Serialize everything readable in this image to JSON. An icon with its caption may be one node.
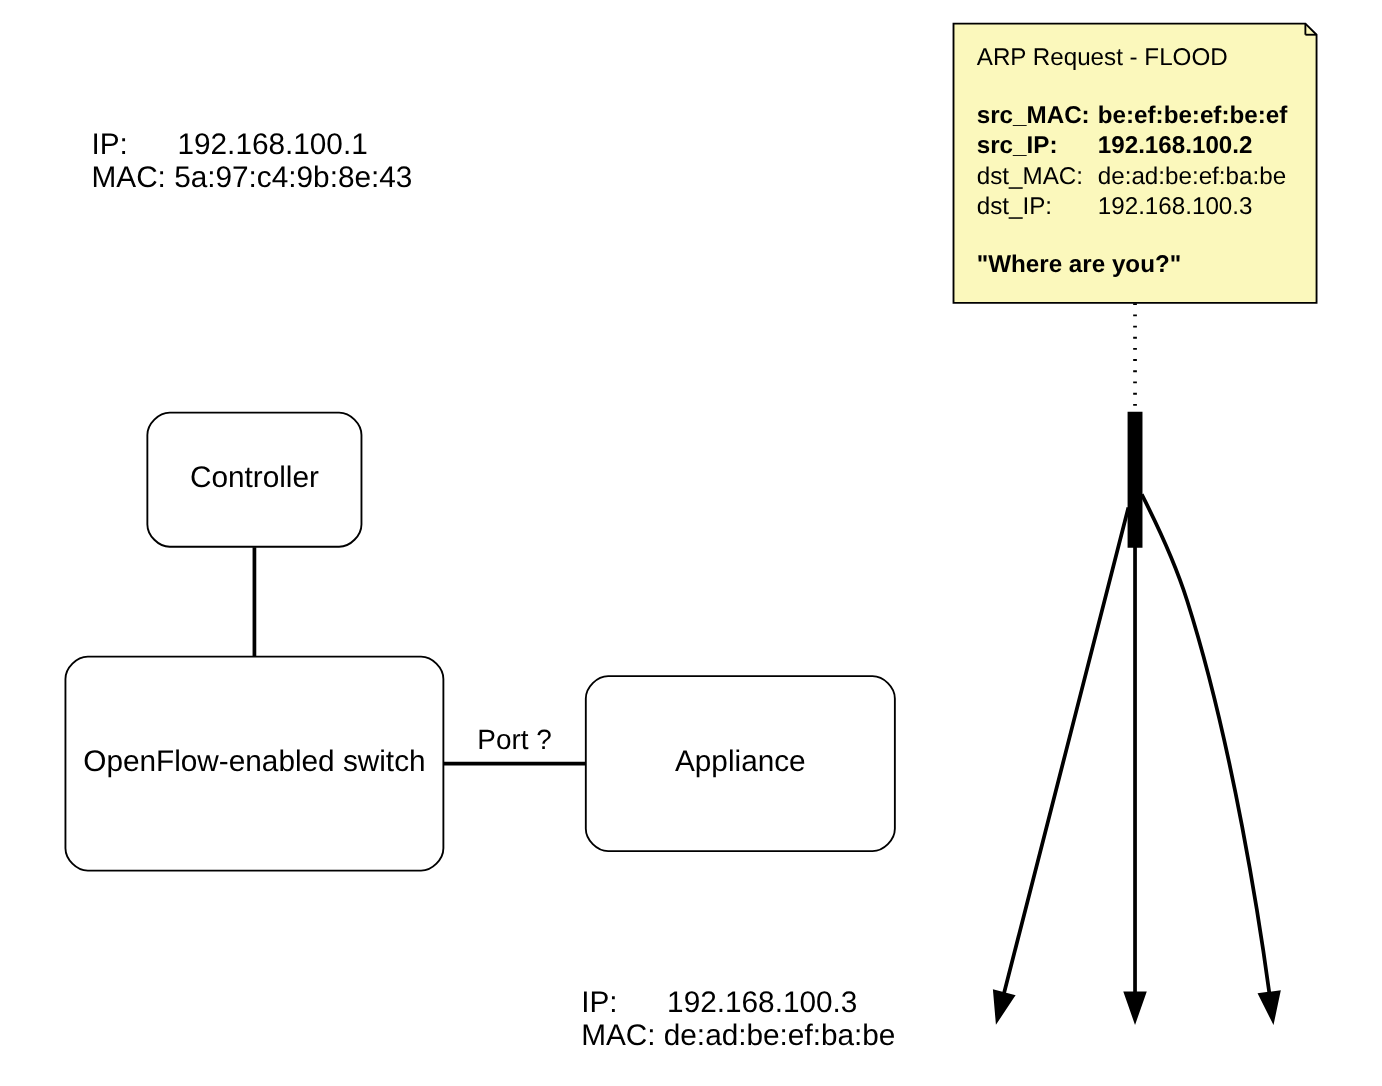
{
  "diagram": {
    "nodes": [
      {
        "text": [
          "Controller"
        ],
        "beside": [
          "IP:      192.168.100.1",
          "MAC: 5a:97:c4:9b:8e:43"
        ]
      },
      {
        "text": [
          "OpenFlow-enabled switch"
        ]
      },
      {
        "text": [
          "Appliance"
        ],
        "beside": [
          "IP:      192.168.100.3",
          "MAC: de:ad:be:ef:ba:be"
        ]
      },
      {
        "text": [
          "ARP Request - FLOOD",
          "src_MAC:",
          "be:ef:be:ef:be:ef",
          "src_IP:",
          "192.168.100.2",
          "dst_MAC:",
          "de:ad:be:ef:ba:be",
          "dst_IP:",
          "192.168.100.3",
          "\"Where are you?\""
        ]
      },
      {
        "text": [],
        "shape": "bar"
      }
    ],
    "edges": [
      {
        "from": 0,
        "to": 1,
        "arrow": "none"
      },
      {
        "from": 1,
        "to": 2,
        "arrow": "none",
        "label": "Port ?"
      },
      {
        "from": 3,
        "to": 4,
        "arrow": "none",
        "style": "dashed"
      },
      {
        "from": 4,
        "to": null,
        "arrow": "to"
      },
      {
        "from": 4,
        "to": null,
        "arrow": "to"
      },
      {
        "from": 4,
        "to": null,
        "arrow": "to"
      }
    ]
  }
}
